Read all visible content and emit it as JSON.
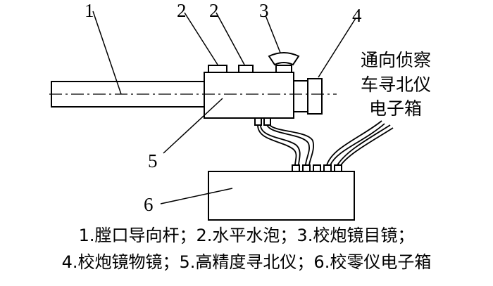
{
  "callouts": {
    "c1": "1",
    "c2a": "2",
    "c2b": "2",
    "c3": "3",
    "c4": "4",
    "c5": "5",
    "c6": "6"
  },
  "note": {
    "line1": "通向侦察",
    "line2": "车寻北仪",
    "line3": "电子箱"
  },
  "caption": {
    "line1": "1.膛口导向杆；2.水平水泡；3.校炮镜目镜；",
    "line2": "4.校炮镜物镜；5.高精度寻北仪；6.校零仪电子箱"
  }
}
